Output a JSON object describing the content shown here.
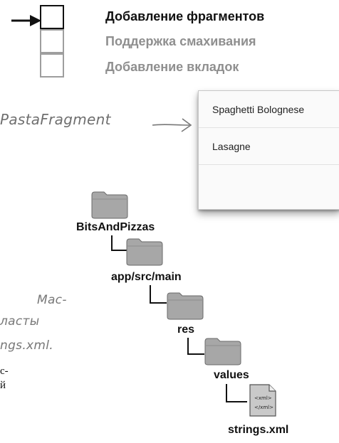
{
  "steps": {
    "items": [
      {
        "label": "Добавление фрагментов",
        "active": true
      },
      {
        "label": "Поддержка смахивания",
        "active": false
      },
      {
        "label": "Добавление вкладок",
        "active": false
      }
    ]
  },
  "annotation": {
    "pasta_label": "PastaFragment"
  },
  "panel": {
    "rows": [
      "Spaghetti Bolognese",
      "Lasagne"
    ]
  },
  "tree": {
    "root": "BitsAndPizzas",
    "level1": "app/src/main",
    "level2": "res",
    "level3": "values",
    "file": "strings.xml",
    "file_icon_line1": "<xml>",
    "file_icon_line2": "</xml>"
  },
  "side_notes": {
    "line1": "Мас-",
    "line2": "ласты",
    "line3": "ngs.xml.",
    "print1": "с-",
    "print2": "й"
  },
  "colors": {
    "folder_fill": "#a7a7a7",
    "inactive_text": "#8f8f8f"
  }
}
